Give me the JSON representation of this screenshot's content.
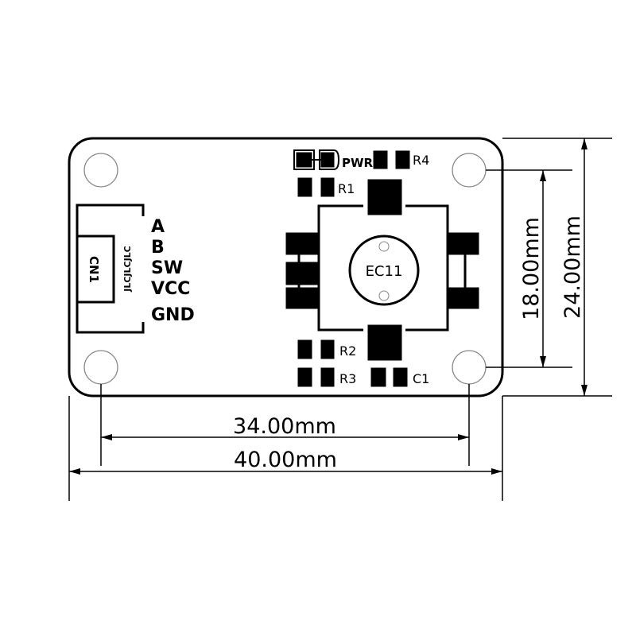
{
  "connector": {
    "ref": "CN1",
    "silk": "JLCJLCJLC",
    "pins": [
      "A",
      "B",
      "SW",
      "VCC",
      "GND"
    ]
  },
  "encoder": {
    "label": "EC11"
  },
  "components": {
    "pwr": "PWR",
    "r1": "R1",
    "r2": "R2",
    "r3": "R3",
    "r4": "R4",
    "c1": "C1"
  },
  "dimensions": {
    "hole_spacing_x": "34.00mm",
    "board_width": "40.00mm",
    "hole_spacing_y": "18.00mm",
    "board_height": "24.00mm"
  }
}
